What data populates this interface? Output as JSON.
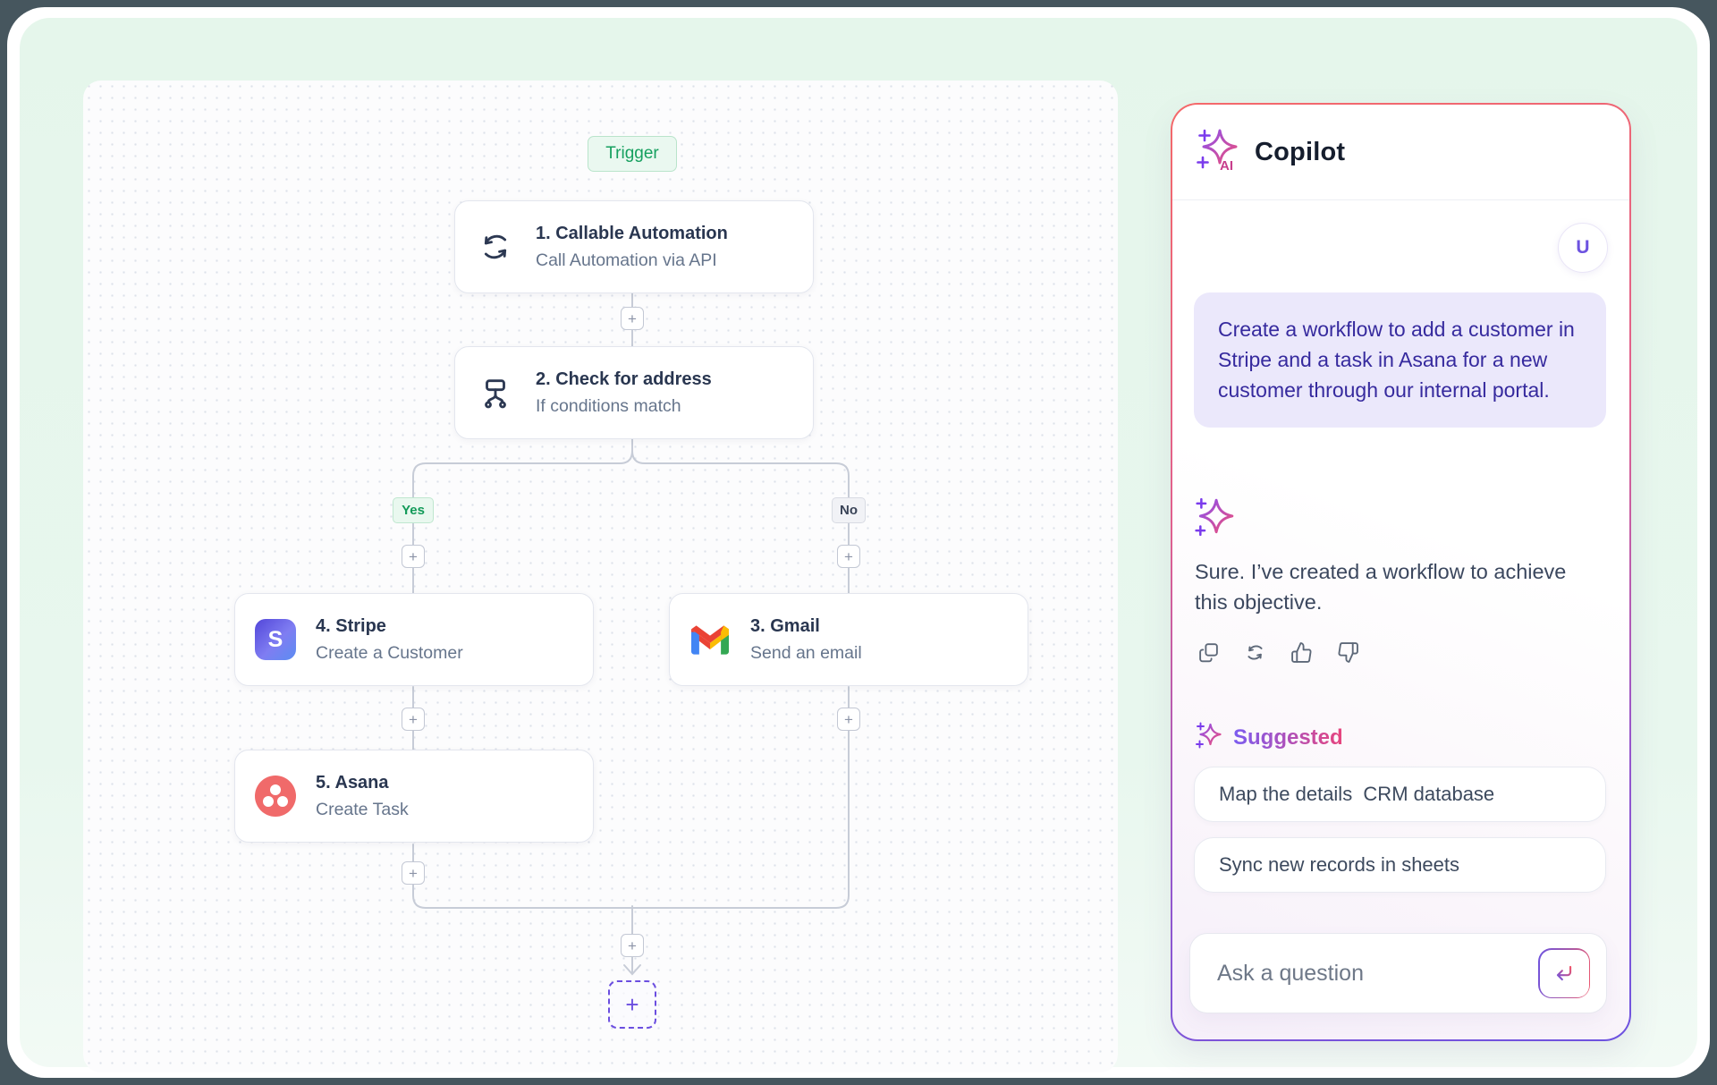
{
  "canvas": {
    "trigger_label": "Trigger",
    "plus_glyph": "+",
    "branch_yes": "Yes",
    "branch_no": "No",
    "nodes": [
      {
        "title": "1. Callable Automation",
        "subtitle": "Call Automation via API",
        "icon": "refresh-icon"
      },
      {
        "title": "2. Check for address",
        "subtitle": "If conditions match",
        "icon": "branch-icon"
      },
      {
        "title": "3. Gmail",
        "subtitle": "Send an email",
        "icon": "gmail-icon"
      },
      {
        "title": "4. Stripe",
        "subtitle": "Create a Customer",
        "icon": "stripe-icon"
      },
      {
        "title": "5. Asana",
        "subtitle": "Create Task",
        "icon": "asana-icon"
      }
    ],
    "stripe_letter": "S"
  },
  "copilot": {
    "title": "Copilot",
    "user_avatar": "U",
    "user_message": "Create a workflow to add a customer in Stripe and a task in Asana for a new customer through our internal portal.",
    "assistant_message": "Sure. I’ve created a workflow to achieve this objective.",
    "suggested_label": "Suggested",
    "suggestions": {
      "s1": "Map the details  CRM database",
      "s2": "Sync new records in sheets"
    },
    "input_placeholder": "Ask a question"
  },
  "icons": {
    "header": "ai-sparkle-icon",
    "assistant": "sparkle-icon",
    "suggested": "sparkle-icon",
    "actions": [
      "copy-icon",
      "regenerate-icon",
      "thumbs-up-icon",
      "thumbs-down-icon"
    ],
    "send": "enter-icon"
  },
  "colors": {
    "accent_coral": "#f2696b",
    "accent_purple": "#6d53e0",
    "trigger_green": "#16a05f",
    "asana_red": "#f06a6a",
    "stripe_indigo": "#5246d9",
    "gmail_blue": "#4285f4",
    "gmail_red": "#ea4335",
    "gmail_yellow": "#fbbc04",
    "gmail_green": "#34a853",
    "mint_background": "#e5f6eb"
  }
}
